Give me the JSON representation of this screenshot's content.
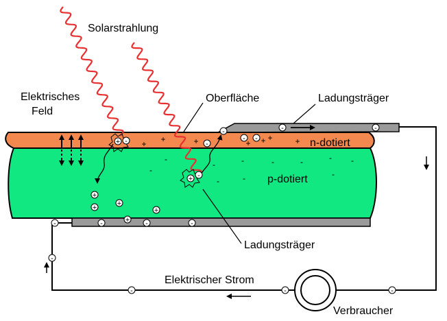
{
  "labels": {
    "solar": "Solarstrahlung",
    "field_line1": "Elektrisches",
    "field_line2": "Feld",
    "surface": "Oberfläche",
    "carrier_top": "Ladungsträger",
    "n_layer": "n-dotiert",
    "p_layer": "p-dotiert",
    "carrier_bottom": "Ladungsträger",
    "current": "Elektrischer Strom",
    "consumer": "Verbraucher"
  },
  "symbols": {
    "plus": "+",
    "minus": "-"
  },
  "colors": {
    "n_layer": "#f3894e",
    "p_layer": "#12e882",
    "contact": "#9a9a9a",
    "radiation": "#e83030",
    "outline": "#000000"
  }
}
